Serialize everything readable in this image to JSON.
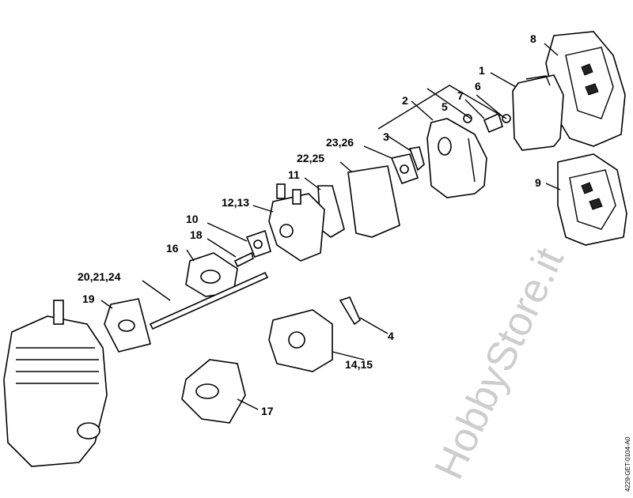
{
  "diagram": {
    "callouts": {
      "c1": "1",
      "c2": "2",
      "c3": "3",
      "c4": "4",
      "c5": "5",
      "c6": "6",
      "c7": "7",
      "c8": "8",
      "c9": "9",
      "c10": "10",
      "c11": "11",
      "c12_13": "12,13",
      "c14_15": "14,15",
      "c16": "16",
      "c17": "17",
      "c18": "18",
      "c19": "19",
      "c20_21_24": "20,21,24",
      "c22_25": "22,25",
      "c23_26": "23,26"
    },
    "watermark": "HobbyStore.it",
    "drawing_code": "4229-GET-0104-A0"
  }
}
